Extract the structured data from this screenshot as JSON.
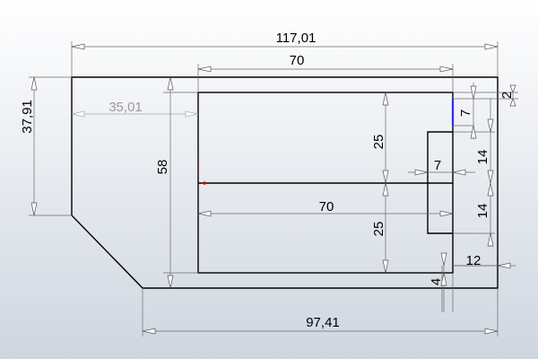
{
  "colors": {
    "background_top": "#ffffff",
    "background_bottom": "#cfd6e0",
    "edge": "#000000",
    "dimension": "#6a6a6a",
    "driven_dimension": "#9a9a9a",
    "selected_edge": "#2a2aff",
    "origin": "#e00000"
  },
  "dimensions": {
    "overall_width": "117,01",
    "bottom_width": "97,41",
    "left_height": "37,91",
    "pocket_offset": "35,01",
    "pocket_height": "58",
    "pocket_width_top": "70",
    "pocket_width_mid": "70",
    "upper_half": "25",
    "lower_half": "25",
    "slot_width": "7",
    "slot_height_upper": "14",
    "slot_height_lower": "14",
    "notch_width": "7",
    "top_offset": "2",
    "bottom_offset": "4",
    "tab_width": "12"
  }
}
